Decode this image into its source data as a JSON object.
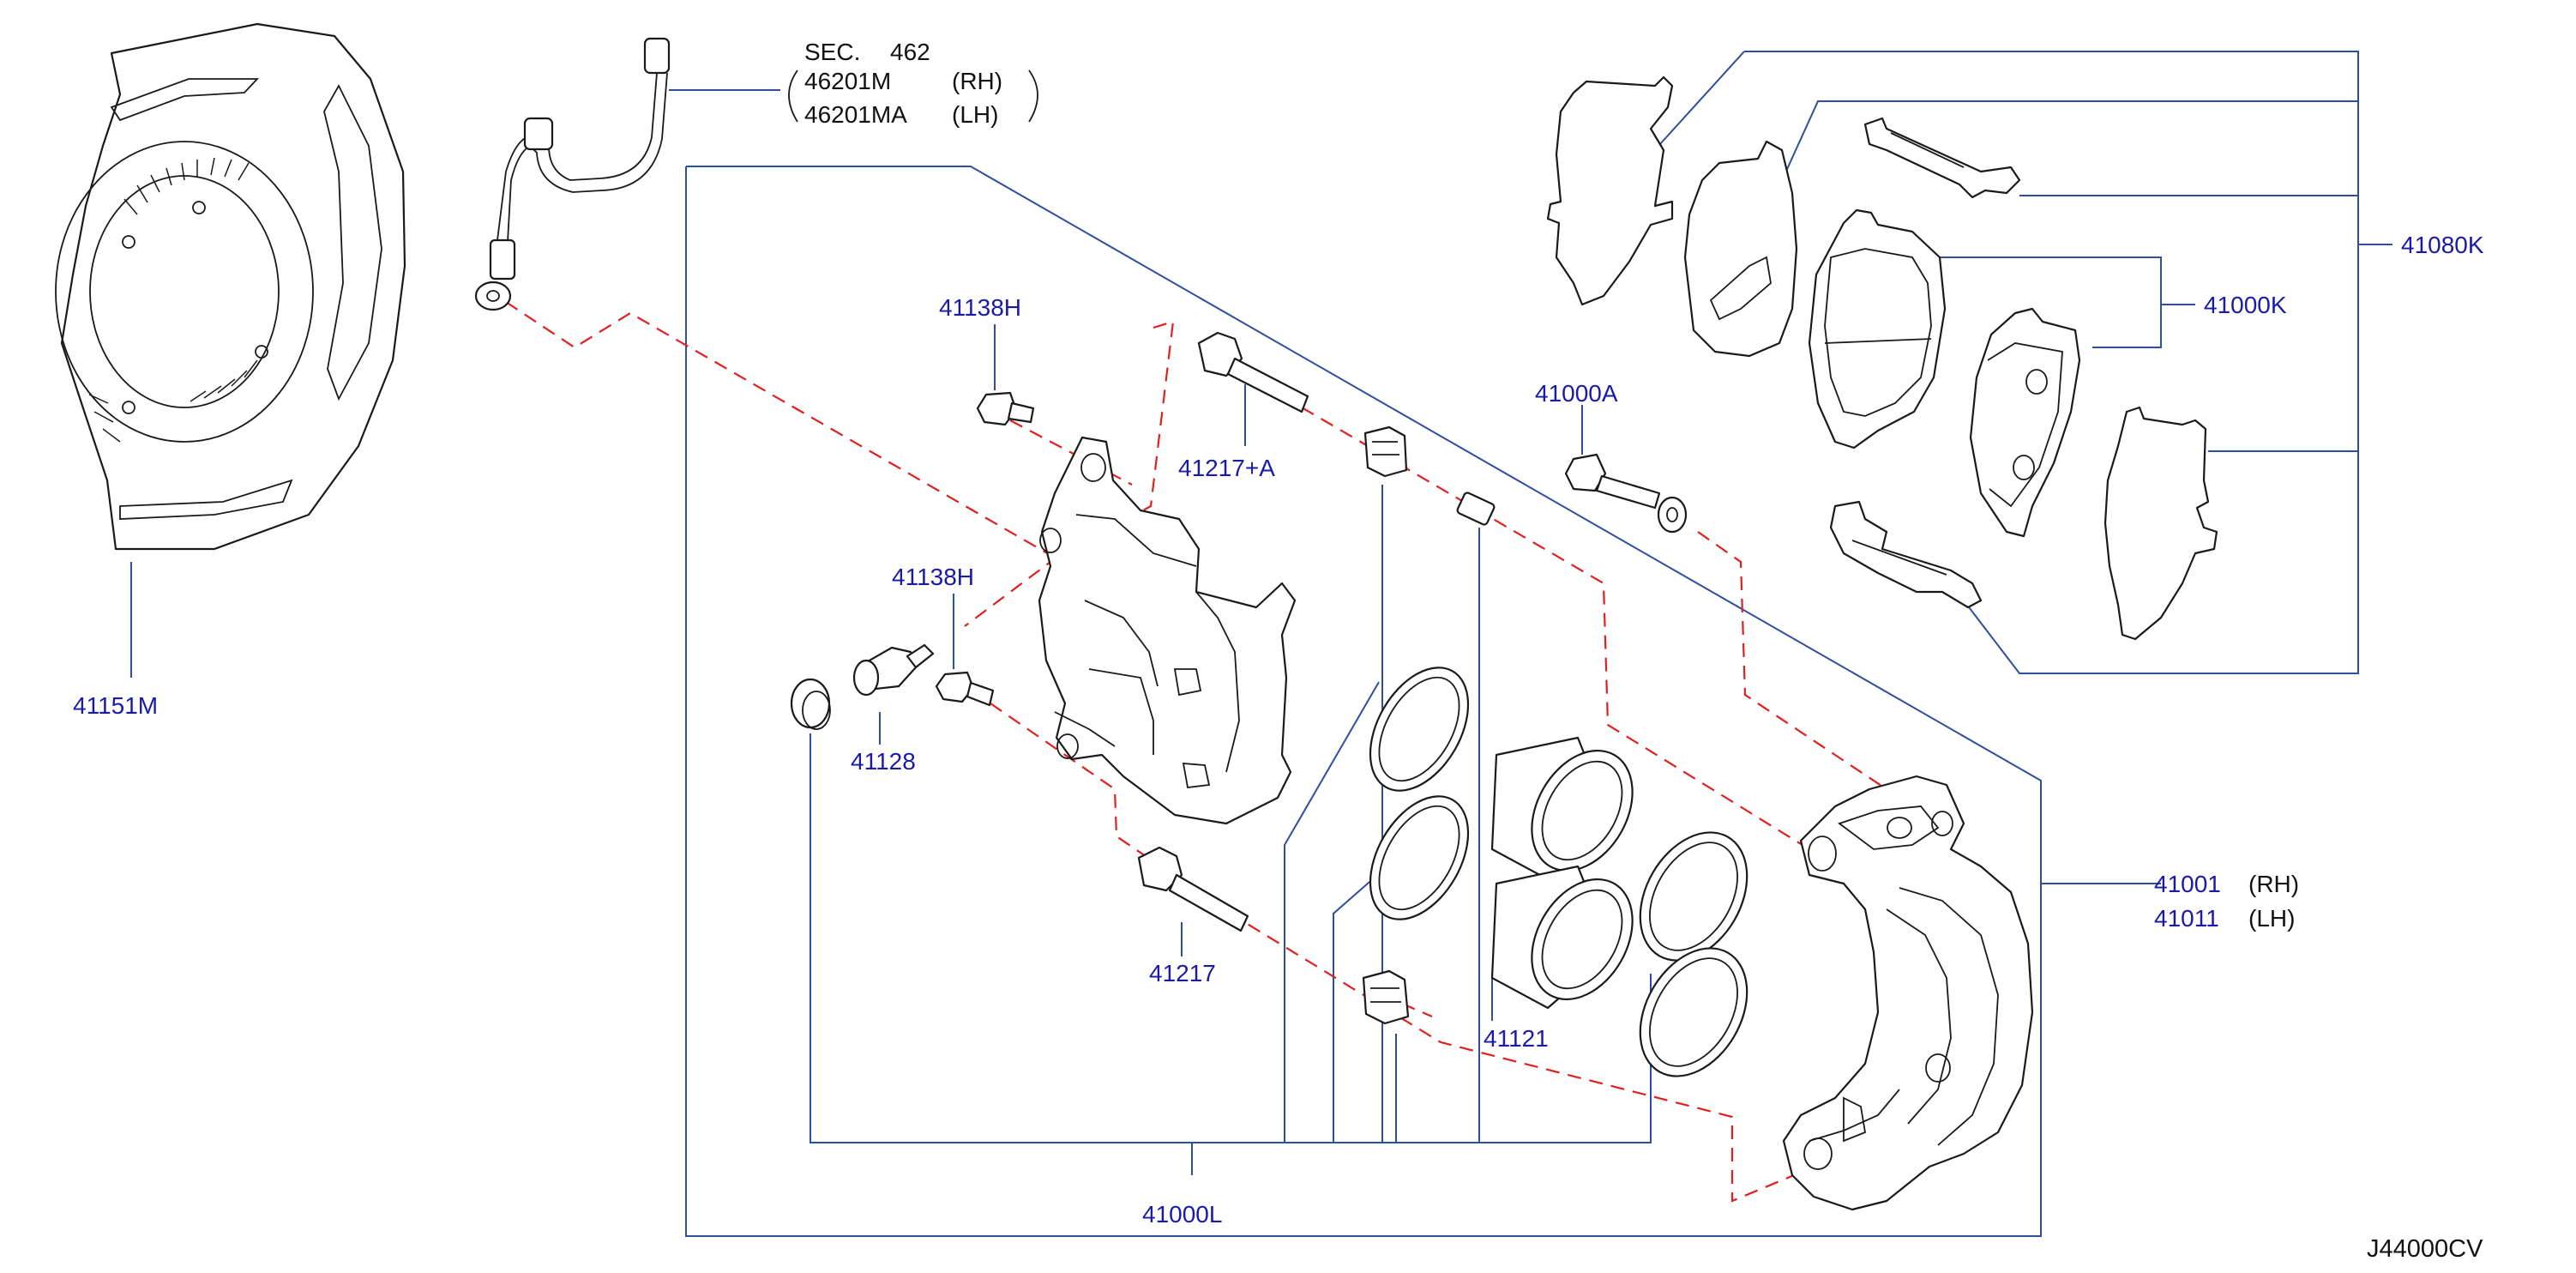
{
  "part_labels": {
    "p41151M": "41151M",
    "p41138H_top": "41138H",
    "p41138H_mid": "41138H",
    "p41217A": "41217+A",
    "p41128": "41128",
    "p41217": "41217",
    "p41000A": "41000A",
    "p41121": "41121",
    "p41000L": "41000L",
    "p41080K": "41080K",
    "p41000K": "41000K",
    "p41001": "41001",
    "p41011": "41011"
  },
  "side_labels": {
    "rh": "(RH)",
    "lh": "(LH)",
    "rh2": "(RH)",
    "lh2": "(LH)"
  },
  "section_ref": {
    "sec": "SEC.",
    "num": "462",
    "part_rh": "46201M",
    "part_lh": "46201MA"
  },
  "diagram_code": "J44000CV",
  "colors": {
    "part_number": "#1a1aa8",
    "leader_line": "#2e4e9e",
    "assembly_dash": "#e0201e",
    "outline": "#1a1a1a"
  }
}
